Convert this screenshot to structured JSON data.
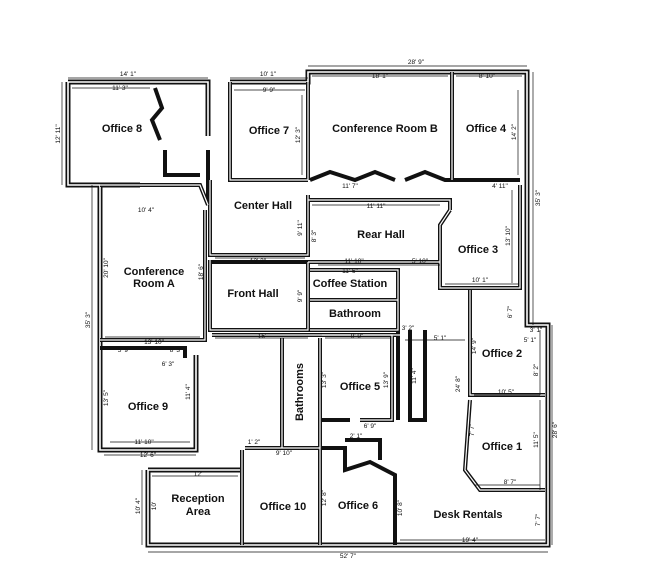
{
  "rooms": {
    "office8": "Office 8",
    "office7": "Office 7",
    "conference_b": "Conference Room B",
    "office4": "Office 4",
    "center_hall": "Center Hall",
    "rear_hall": "Rear Hall",
    "office3": "Office 3",
    "conference_a_line1": "Conference",
    "conference_a_line2": "Room A",
    "front_hall": "Front Hall",
    "coffee_station": "Coffee Station",
    "bathroom": "Bathroom",
    "office2": "Office 2",
    "office9": "Office 9",
    "bathrooms": "Bathrooms",
    "office5": "Office 5",
    "office1": "Office 1",
    "reception_line1": "Reception",
    "reception_line2": "Area",
    "office10": "Office 10",
    "office6": "Office 6",
    "desk_rentals": "Desk Rentals"
  },
  "dimensions": {
    "overall_top": "28' 9\"",
    "overall_bottom": "52' 7\"",
    "overall_right": "28' 6\"",
    "overall_left": "35' 3\"",
    "office8_top": "14' 1\"",
    "office8_inner": "11' 3\"",
    "office8_side": "12' 11\"",
    "office7_top": "10' 1\"",
    "office7_inner": "9' 9\"",
    "office7_side": "12' 3\"",
    "conf_b_top": "18' 1\"",
    "conf_b_bottom": "11' 7\"",
    "office4_top": "8' 10\"",
    "office4_side": "14' 2\"",
    "right_upper": "35' 3\"",
    "center_hall_side": "9' 11\"",
    "rear_hall_top": "11' 11\"",
    "rear_hall_side": "8' 3\"",
    "office3_top": "4' 11\"",
    "office3_side": "13' 10\"",
    "office3_bottom": "10' 1\"",
    "conf_a_top": "10' 4\"",
    "conf_a_side": "20' 10\"",
    "conf_a_bottom": "13' 10\"",
    "front_hall_top": "13' 3\"",
    "front_hall_side": "18' 6\"",
    "coffee_top": "11' 10\"",
    "coffee_inner": "11' 6\"",
    "hall_5_10": "5' 10\"",
    "front_hall_side2": "9' 9\"",
    "corridor_15": "15'",
    "office9_top_a": "5' 9\"",
    "office9_top_b": "8' 3\"",
    "office9_inner": "6' 3\"",
    "office9_side": "13' 5\"",
    "office9_right": "11' 4\"",
    "office9_bottom": "11' 10\"",
    "office9_outer": "12' 6\"",
    "office5_top": "9' 9\"",
    "office5_side": "13' 3\"",
    "office5_inner": "13' 9\"",
    "office5_bottom": "6' 9\"",
    "corridor_3_2": "3' 2\"",
    "corridor_11_4": "11' 4\"",
    "office2_top": "5' 1\"",
    "office2_side": "14' 9\"",
    "office2_outer": "24' 8\"",
    "office2_bottom": "10' 5\"",
    "office2_right": "8' 2\"",
    "right_3_1": "3' 1\"",
    "right_5_1": "5' 1\"",
    "office1_side": "11' 5\"",
    "office1_inner": "7' 7\"",
    "office1_bottom": "8' 7\"",
    "office10_top": "9' 10\"",
    "office10_top_a": "1' 2\"",
    "office6_top": "2' 1\"",
    "office6_side": "12' 8\"",
    "office6_right": "10' 8\"",
    "reception_top": "12'",
    "reception_side": "10' 4\"",
    "reception_inner": "10'",
    "desk_bottom": "19' 4\"",
    "desk_right": "7' 7\"",
    "lower_right_7": "7' 7\"",
    "right_6_7": "6' 7\""
  }
}
